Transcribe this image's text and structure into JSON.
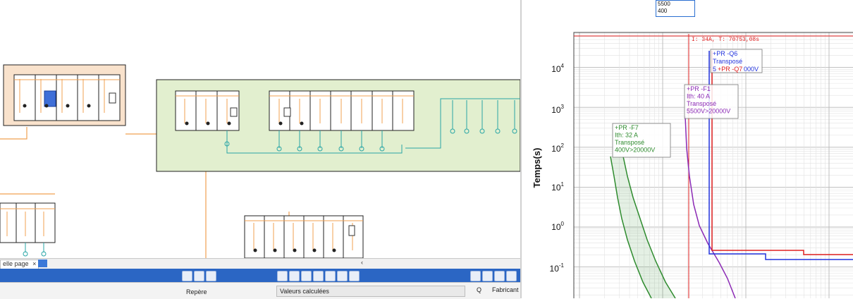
{
  "tabs": {
    "current_tab": "elle page"
  },
  "toolbar": {
    "scroll_left": "‹"
  },
  "properties": {
    "repere_label": "Repère",
    "calc_header": "Valeurs calculées",
    "q_label": "Q",
    "fabricant_label": "Fabricant"
  },
  "popup": {
    "line1": "5500",
    "line2": "400"
  },
  "chart_data": {
    "type": "line",
    "y_scale": "log",
    "ylabel": "Temps(s)",
    "y_ticks": [
      "10^4",
      "10^3",
      "10^2",
      "10^1",
      "10^0",
      "10^-1"
    ],
    "y_tick_values": [
      10000,
      1000,
      100,
      10,
      1,
      0.1
    ],
    "grid": true,
    "cursor_label": "I: 34A, T: 70753,08s",
    "colors": {
      "f7": "#2e8b2e",
      "f1": "#8b2ab5",
      "q6": "#2233dd",
      "q7": "#e02020",
      "cursor": "#e02020"
    },
    "annotations": [
      {
        "id": "f7",
        "lines": [
          "+PR -F7",
          "Ith: 32 A",
          "Transposé",
          "400V>20000V"
        ]
      },
      {
        "id": "f1",
        "lines": [
          "+PR -F1",
          "Ith: 40 A",
          "Transposé",
          "5500V>20000V"
        ]
      },
      {
        "id": "q6",
        "lines": [
          "+PR -Q6",
          "Transposé",
          "5",
          "+PR -Q7",
          "000V"
        ]
      }
    ]
  }
}
